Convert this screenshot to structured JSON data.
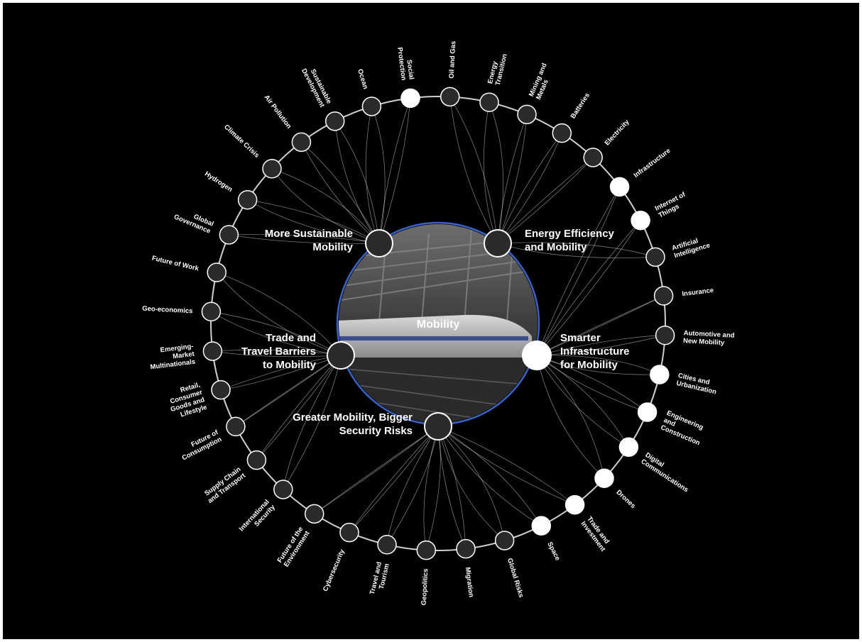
{
  "center": {
    "title": "Mobility"
  },
  "colors": {
    "background": "#000000",
    "ring": "#cfcfcf",
    "center_ring": "#3a62c8",
    "node_dark": "#2b2b2b",
    "node_light": "#ffffff",
    "links": "#d8d8d8"
  },
  "themes": [
    {
      "label_lines": [
        "More Sustainable",
        "Mobility"
      ],
      "highlighted": false
    },
    {
      "label_lines": [
        "Energy Efficiency",
        "and Mobility"
      ],
      "highlighted": false
    },
    {
      "label_lines": [
        "Smarter",
        "Infrastructure",
        "for Mobility"
      ],
      "highlighted": true
    },
    {
      "label_lines": [
        "Greater Mobility, Bigger",
        "Security Risks"
      ],
      "highlighted": false
    },
    {
      "label_lines": [
        "Trade and",
        "Travel Barriers",
        "to Mobility"
      ],
      "highlighted": false
    }
  ],
  "topics": [
    {
      "label_lines": [
        "Social",
        "Protection"
      ],
      "highlighted": true
    },
    {
      "label_lines": [
        "Oil and Gas"
      ],
      "highlighted": false
    },
    {
      "label_lines": [
        "Energy",
        "Transition"
      ],
      "highlighted": false
    },
    {
      "label_lines": [
        "Mining and",
        "Metals"
      ],
      "highlighted": false
    },
    {
      "label_lines": [
        "Batteries"
      ],
      "highlighted": false
    },
    {
      "label_lines": [
        "Electricity"
      ],
      "highlighted": false
    },
    {
      "label_lines": [
        "Infrastructure"
      ],
      "highlighted": true
    },
    {
      "label_lines": [
        "Internet of",
        "Things"
      ],
      "highlighted": true
    },
    {
      "label_lines": [
        "Artificial",
        "Intelligence"
      ],
      "highlighted": false
    },
    {
      "label_lines": [
        "Insurance"
      ],
      "highlighted": false
    },
    {
      "label_lines": [
        "Automotive and",
        "New Mobility"
      ],
      "highlighted": false
    },
    {
      "label_lines": [
        "Cities and",
        "Urbanization"
      ],
      "highlighted": true
    },
    {
      "label_lines": [
        "Engineering",
        "and",
        "Construction"
      ],
      "highlighted": true
    },
    {
      "label_lines": [
        "Digital",
        "Communications"
      ],
      "highlighted": true
    },
    {
      "label_lines": [
        "Drones"
      ],
      "highlighted": true
    },
    {
      "label_lines": [
        "Trade and",
        "Investment"
      ],
      "highlighted": true
    },
    {
      "label_lines": [
        "Space"
      ],
      "highlighted": true
    },
    {
      "label_lines": [
        "Global Risks"
      ],
      "highlighted": false
    },
    {
      "label_lines": [
        "Migration"
      ],
      "highlighted": false
    },
    {
      "label_lines": [
        "Geopolitics"
      ],
      "highlighted": false
    },
    {
      "label_lines": [
        "Travel and",
        "Tourism"
      ],
      "highlighted": false
    },
    {
      "label_lines": [
        "Cybersecurity"
      ],
      "highlighted": false
    },
    {
      "label_lines": [
        "Future of the",
        "Environment"
      ],
      "highlighted": false
    },
    {
      "label_lines": [
        "International",
        "Security"
      ],
      "highlighted": false
    },
    {
      "label_lines": [
        "Supply Chain",
        "and Transport"
      ],
      "highlighted": false
    },
    {
      "label_lines": [
        "Future of",
        "Consumption"
      ],
      "highlighted": false
    },
    {
      "label_lines": [
        "Retail,",
        "Consumer",
        "Goods and",
        "Lifestyle"
      ],
      "highlighted": false
    },
    {
      "label_lines": [
        "Emerging-",
        "Market",
        "Multinationals"
      ],
      "highlighted": false
    },
    {
      "label_lines": [
        "Geo-economics"
      ],
      "highlighted": false
    },
    {
      "label_lines": [
        "Future of Work"
      ],
      "highlighted": false
    },
    {
      "label_lines": [
        "Global",
        "Governance"
      ],
      "highlighted": false
    },
    {
      "label_lines": [
        "Hydrogen"
      ],
      "highlighted": false
    },
    {
      "label_lines": [
        "Climate Crisis"
      ],
      "highlighted": false
    },
    {
      "label_lines": [
        "Air Pollution"
      ],
      "highlighted": false
    },
    {
      "label_lines": [
        "Sustainable",
        "Development"
      ],
      "highlighted": false
    },
    {
      "label_lines": [
        "Ocean"
      ],
      "highlighted": false
    }
  ]
}
